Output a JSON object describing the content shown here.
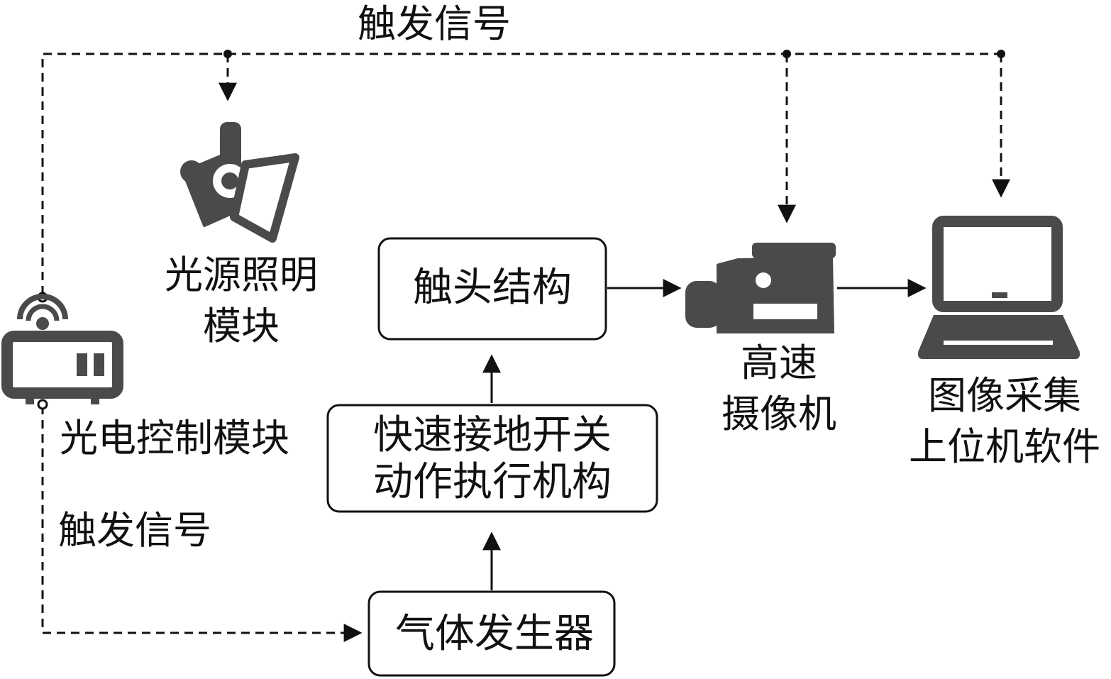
{
  "labels": {
    "trigger_top": "触发信号",
    "trigger_left": "触发信号",
    "light_line1": "光源照明",
    "light_line2": "模块",
    "photo_ctrl": "光电控制模块",
    "camera_line1": "高速",
    "camera_line2": "摄像机",
    "pc_line1": "图像采集",
    "pc_line2": "上位机软件"
  },
  "boxes": {
    "contact": "触头结构",
    "actuator_line1": "快速接地开关",
    "actuator_line2": "动作执行机构",
    "gas": "气体发生器"
  },
  "icons": {
    "controller": "photoelectric-controller-icon",
    "light": "light-source-icon",
    "camera": "video-camera-icon",
    "pc": "laptop-icon"
  },
  "colors": {
    "icon": "#4a4a4a",
    "line": "#111111"
  }
}
